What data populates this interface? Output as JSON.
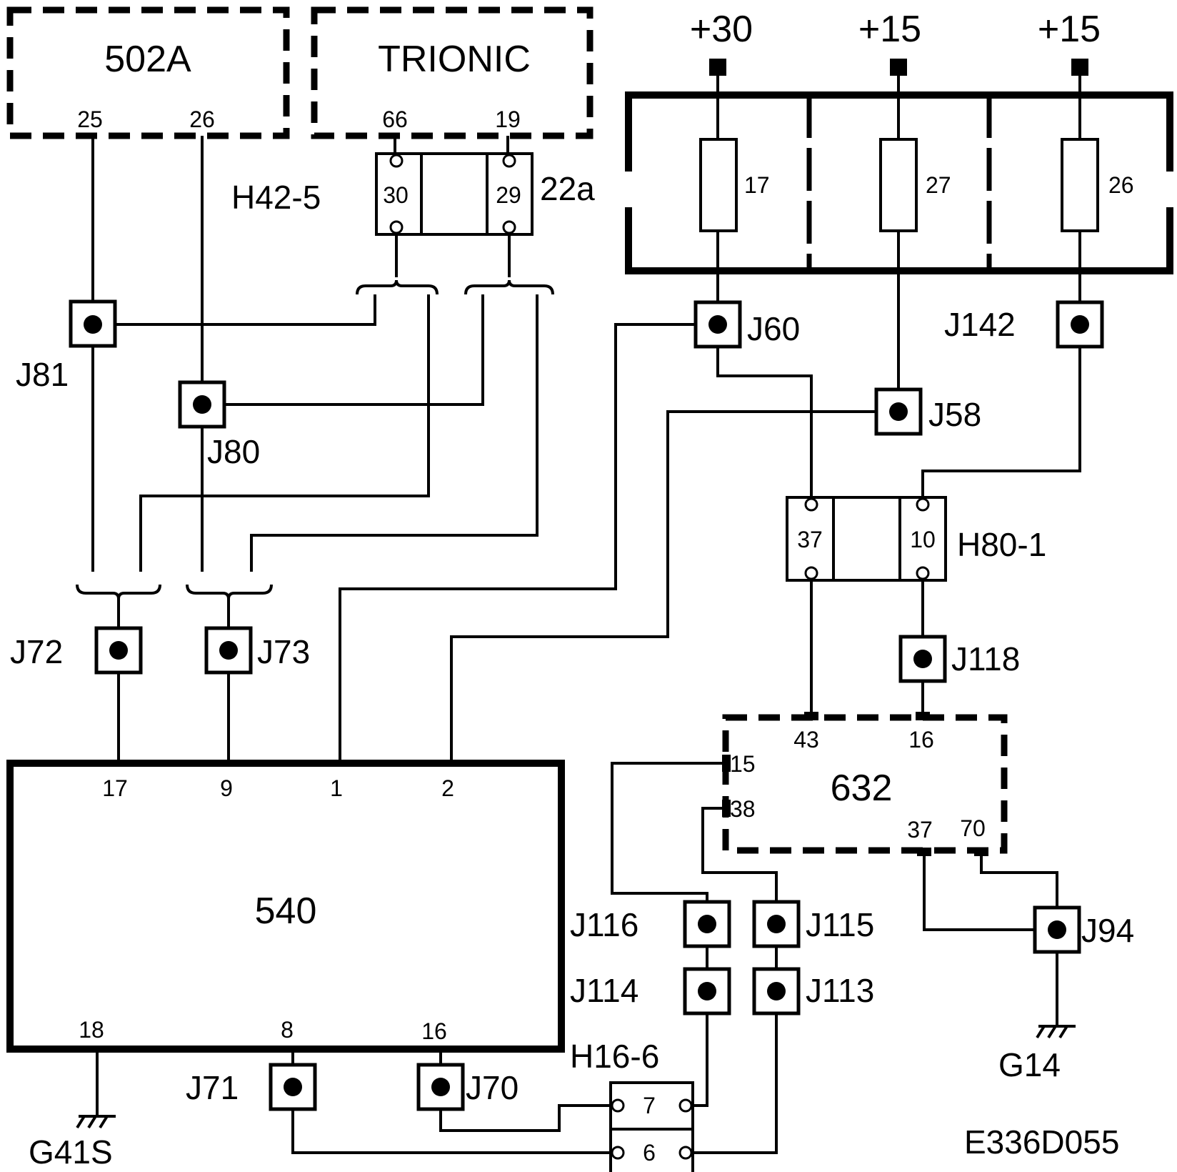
{
  "modules": {
    "m502a": {
      "label": "502A",
      "pins": [
        "25",
        "26"
      ]
    },
    "trionic": {
      "label": "TRIONIC",
      "pins": [
        "66",
        "19"
      ]
    },
    "m540": {
      "label": "540",
      "pins_top": [
        "17",
        "9",
        "1",
        "2"
      ],
      "pins_bottom": [
        "18",
        "8",
        "16"
      ]
    },
    "m632": {
      "label": "632",
      "pins": [
        "43",
        "16",
        "15",
        "38",
        "37",
        "70"
      ]
    }
  },
  "power": {
    "supplies": [
      "+30",
      "+15",
      "+15"
    ]
  },
  "fuses": [
    "17",
    "27",
    "26"
  ],
  "connectors": {
    "h42": {
      "label": "H42-5",
      "side_label": "22a",
      "pins": [
        "30",
        "29"
      ]
    },
    "h80": {
      "label": "H80-1",
      "pins": [
        "37",
        "10"
      ]
    },
    "h16": {
      "label": "H16-6",
      "pins": [
        "7",
        "6"
      ]
    }
  },
  "junctions": {
    "j81": "J81",
    "j80": "J80",
    "j72": "J72",
    "j73": "J73",
    "j60": "J60",
    "j142": "J142",
    "j58": "J58",
    "j118": "J118",
    "j116": "J116",
    "j115": "J115",
    "j114": "J114",
    "j113": "J113",
    "j94": "J94",
    "j71": "J71",
    "j70": "J70"
  },
  "grounds": [
    "G41S",
    "G14"
  ],
  "figure_id": "E336D055"
}
